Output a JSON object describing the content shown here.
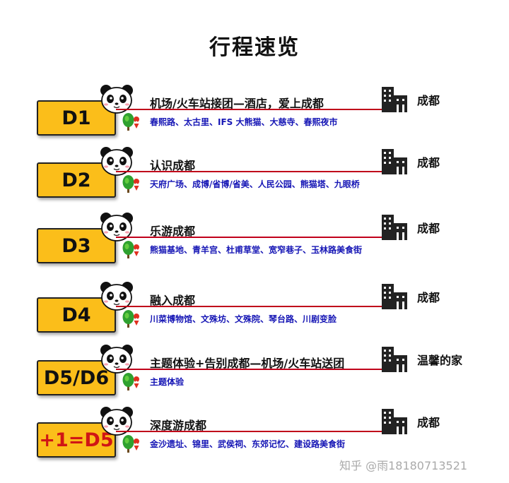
{
  "page": {
    "title": "行程速览"
  },
  "days": [
    {
      "label": "D1",
      "label_color": "#111111",
      "title": "机场/火车站接团—酒店，爱上成都",
      "spots": "春熙路、太古里、IFS 大熊猫、大慈寺、春熙夜市",
      "destination": "成都"
    },
    {
      "label": "D2",
      "label_color": "#111111",
      "title": "认识成都",
      "spots": "天府广场、成博/省博/省美、人民公园、熊猫塔、九眼桥",
      "destination": "成都"
    },
    {
      "label": "D3",
      "label_color": "#111111",
      "title": "乐游成都",
      "spots": "熊猫基地、青羊宫、杜甫草堂、宽窄巷子、玉林路美食街",
      "destination": "成都"
    },
    {
      "label": "D4",
      "label_color": "#111111",
      "title": "融入成都",
      "spots": "川菜博物馆、文殊坊、文殊院、琴台路、川剧变脸",
      "destination": "成都"
    },
    {
      "label": "D5/D6",
      "label_color": "#111111",
      "title": "主题体验+告别成都—机场/火车站送团",
      "spots": "主题体验",
      "destination": "温馨的家"
    },
    {
      "label": "+1=D5",
      "label_color": "#d01515",
      "title": "深度游成都",
      "spots": "金沙遗址、锦里、武侯祠、东郊记忆、建设路美食街",
      "destination": "成都"
    }
  ],
  "watermark": "知乎 @雨18180713521",
  "icons": {
    "mascot": "panda-icon",
    "spot": "tree-pin-icon",
    "destination": "building-icon"
  },
  "colors": {
    "day_box": "#fbbe1a",
    "line": "#c0001a",
    "spots_text": "#1515b5"
  }
}
